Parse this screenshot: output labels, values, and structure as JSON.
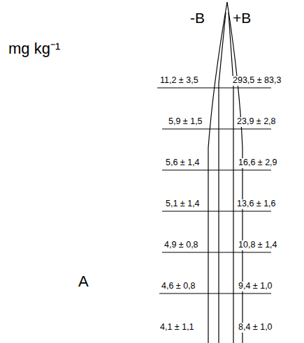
{
  "diagram": {
    "labels": [
      "mg kg⁻¹",
      "-B",
      "+B",
      "11,2 ± 3,5",
      "293,5 ± 83,3",
      "5,9 ± 1,5",
      "23,9 ± 2,8",
      "5,6 ± 1,4",
      "16,6 ± 2,9",
      "5,1 ± 1,4",
      "13,6 ± 1,6",
      "4,9 ± 0,8",
      "10,8 ± 1,4",
      "4,6 ± 0,8",
      "9,4 ± 1,0",
      "4,1 ± 1,1",
      "8,4 ± 1,0",
      "A"
    ]
  }
}
